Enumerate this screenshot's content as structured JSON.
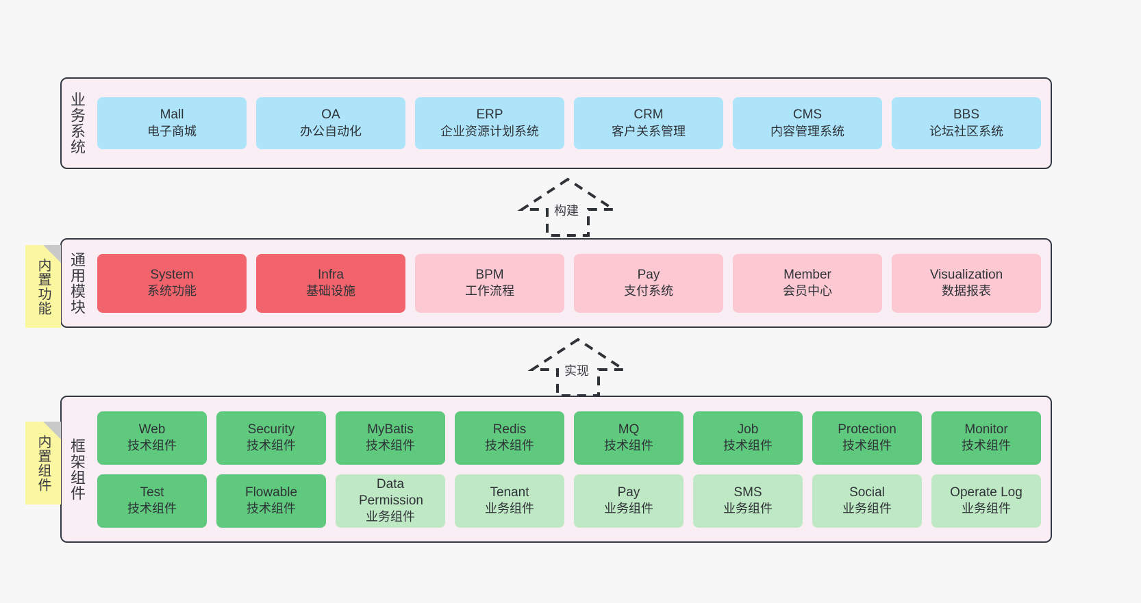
{
  "diagram": {
    "background": "#f7f7f7",
    "panel_background": "#faeef5",
    "panel_border": "#333842",
    "note_color": "#fbf7a0",
    "colors": {
      "business": "#ade4fa",
      "module_strong": "#f1646c",
      "module_soft": "#fcc9d3",
      "framework_tech": "#5fc97d",
      "framework_business": "#bfe8c4"
    }
  },
  "layers": {
    "business": {
      "title": "业务系统",
      "items": [
        {
          "en": "Mall",
          "cn": "电子商城"
        },
        {
          "en": "OA",
          "cn": "办公自动化"
        },
        {
          "en": "ERP",
          "cn": "企业资源计划系统"
        },
        {
          "en": "CRM",
          "cn": "客户关系管理"
        },
        {
          "en": "CMS",
          "cn": "内容管理系统"
        },
        {
          "en": "BBS",
          "cn": "论坛社区系统"
        }
      ]
    },
    "modules": {
      "title": "通用模块",
      "note": "内置功能",
      "items": [
        {
          "en": "System",
          "cn": "系统功能",
          "style": "strong"
        },
        {
          "en": "Infra",
          "cn": "基础设施",
          "style": "strong"
        },
        {
          "en": "BPM",
          "cn": "工作流程",
          "style": "soft"
        },
        {
          "en": "Pay",
          "cn": "支付系统",
          "style": "soft"
        },
        {
          "en": "Member",
          "cn": "会员中心",
          "style": "soft"
        },
        {
          "en": "Visualization",
          "cn": "数据报表",
          "style": "soft"
        }
      ]
    },
    "framework": {
      "title": "框架组件",
      "note": "内置组件",
      "row1": [
        {
          "en": "Web",
          "cn": "技术组件"
        },
        {
          "en": "Security",
          "cn": "技术组件"
        },
        {
          "en": "MyBatis",
          "cn": "技术组件"
        },
        {
          "en": "Redis",
          "cn": "技术组件"
        },
        {
          "en": "MQ",
          "cn": "技术组件"
        },
        {
          "en": "Job",
          "cn": "技术组件"
        },
        {
          "en": "Protection",
          "cn": "技术组件"
        },
        {
          "en": "Monitor",
          "cn": "技术组件"
        }
      ],
      "row2": [
        {
          "en": "Test",
          "cn": "技术组件",
          "style": "tech"
        },
        {
          "en": "Flowable",
          "cn": "技术组件",
          "style": "tech"
        },
        {
          "en": "Data Permission",
          "cn": "业务组件",
          "style": "biz2"
        },
        {
          "en": "Tenant",
          "cn": "业务组件",
          "style": "biz2"
        },
        {
          "en": "Pay",
          "cn": "业务组件",
          "style": "biz2"
        },
        {
          "en": "SMS",
          "cn": "业务组件",
          "style": "biz2"
        },
        {
          "en": "Social",
          "cn": "业务组件",
          "style": "biz2"
        },
        {
          "en": "Operate Log",
          "cn": "业务组件",
          "style": "biz2"
        }
      ]
    }
  },
  "connectors": [
    {
      "label": "构建"
    },
    {
      "label": "实现"
    }
  ]
}
